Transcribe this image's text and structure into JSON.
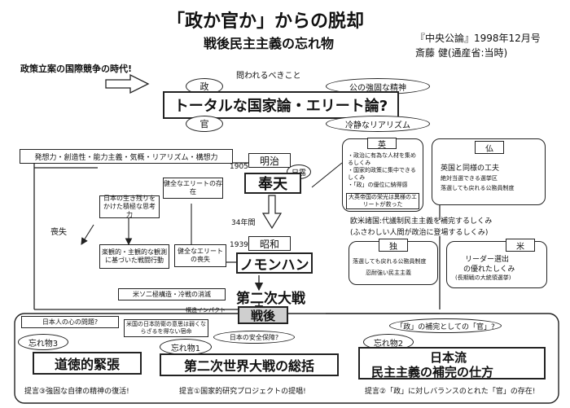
{
  "header": {
    "title": "「政か官か」からの脱却",
    "subtitle": "戦後民主主義の忘れ物",
    "source": "『中央公論』1998年12月号",
    "author": "斎藤 健(通産省:当時)"
  },
  "top": {
    "era_label": "政策立案の国際競争の時代!",
    "question": "問われるべきこと",
    "sei": "政",
    "kan": "官",
    "main_box": "トータルな国家論・エリート論?",
    "public_spirit": "公の強固な精神",
    "cool_realism": "冷静なリアリズム"
  },
  "left": {
    "qualities": "発想力・創造性・能力主義・気概・リアリズム・構想力",
    "lost": "喪失",
    "survival_note": "日本の生き残りをかけた積極な思考力",
    "optimism_note": "楽観的・主観的な観測に基づいた戦闘行動"
  },
  "timeline": {
    "meiji": "明治",
    "year_1905": "1905",
    "nichiro": "日露",
    "hoten": "奉天",
    "healthy_elite_exist": "健全なエリートの存在",
    "years_34": "34年間",
    "year_1939": "1939",
    "showa": "昭和",
    "healthy_elite_lost": "健全なエリートの喪失",
    "nomonhan": "ノモンハン",
    "ww2": "第二次大戦",
    "cold_war_end": "米ソ二極構造・冷戦の消滅",
    "structural_impact": "構造インパクト",
    "postwar": "戦後"
  },
  "right": {
    "uk_title": "英",
    "uk_items": [
      "・政治に有為な人材を集めるしくみ",
      "・国家的政策に集中できるしくみ",
      "・「政」の優位に納得感"
    ],
    "uk_note": "大英帝国の栄光は異様のエリートが救った",
    "fr_title": "仏",
    "fr_line1": "英国と同様の工夫",
    "fr_line2": "絶対当選できる選挙区",
    "fr_line3": "落選しても戻れる公務員制度",
    "eu_line1": "欧米諸国:代議制民主主義を補完するしくみ",
    "eu_line2": "(ふさわしい人間が政治に登場するしくみ)",
    "de_title": "独",
    "de_line1": "落選しても戻れる公務員制度",
    "de_line2": "忍耐強い民主主義",
    "us_title": "米",
    "us_line1": "リーダー選出",
    "us_line2": "の優れたしくみ",
    "us_line3": "(長期戦の大統領選挙)"
  },
  "bottom": {
    "japanese_mind": "日本人の心の問題?",
    "us_intent": "米国の日本防衛の意思は弱くならざるを得ない宿命",
    "security": "日本の安全保障?",
    "forgotten3": "忘れ物3",
    "moral": "道徳的緊張",
    "forgotten1": "忘れ物1",
    "ww2_summary": "第二次世界大戦の総括",
    "complement": "「政」の補完としての「官」?",
    "forgotten2": "忘れ物2",
    "japan_style_1": "日本流",
    "japan_style_2": "民主主義の補完の仕方",
    "proposal3": "提言③強固な自律の精神の復活!",
    "proposal1": "提言①国家的研究プロジェクトの提唱!",
    "proposal2": "提言②「政」に対しバランスのとれた「官」の存在!"
  }
}
